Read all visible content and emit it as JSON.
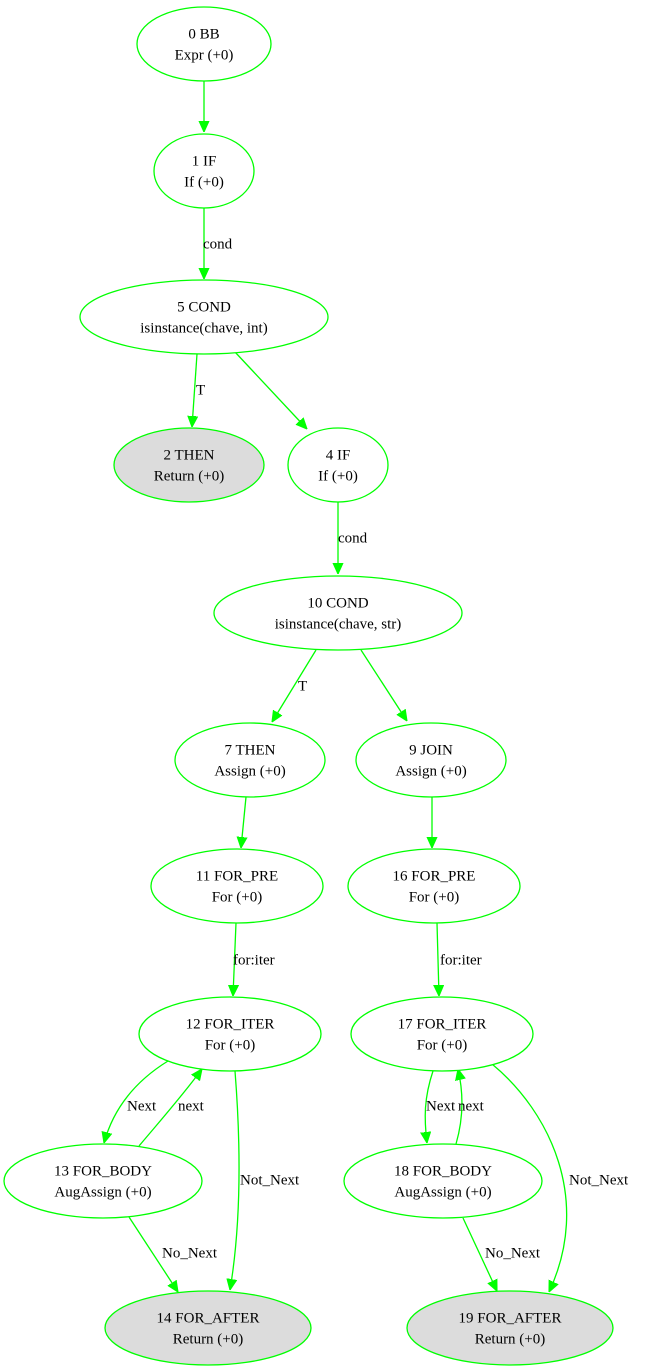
{
  "colors": {
    "edge": "#00ff00",
    "node_border": "#00ff00",
    "terminal_fill": "#dcdcdc",
    "node_fill": "#ffffff"
  },
  "nodes": [
    {
      "id": "n0",
      "line1": "0 BB",
      "line2": "Expr (+0)"
    },
    {
      "id": "n1",
      "line1": "1 IF",
      "line2": "If (+0)"
    },
    {
      "id": "n5",
      "line1": "5 COND",
      "line2": "isinstance(chave, int)"
    },
    {
      "id": "n2",
      "line1": "2 THEN",
      "line2": "Return (+0)",
      "terminal": true
    },
    {
      "id": "n4",
      "line1": "4 IF",
      "line2": "If (+0)"
    },
    {
      "id": "n10",
      "line1": "10 COND",
      "line2": "isinstance(chave, str)"
    },
    {
      "id": "n7",
      "line1": "7 THEN",
      "line2": "Assign (+0)"
    },
    {
      "id": "n9",
      "line1": "9 JOIN",
      "line2": "Assign (+0)"
    },
    {
      "id": "n11",
      "line1": "11 FOR_PRE",
      "line2": "For (+0)"
    },
    {
      "id": "n16",
      "line1": "16 FOR_PRE",
      "line2": "For (+0)"
    },
    {
      "id": "n12",
      "line1": "12 FOR_ITER",
      "line2": "For (+0)"
    },
    {
      "id": "n17",
      "line1": "17 FOR_ITER",
      "line2": "For (+0)"
    },
    {
      "id": "n13",
      "line1": "13 FOR_BODY",
      "line2": "AugAssign (+0)"
    },
    {
      "id": "n18",
      "line1": "18 FOR_BODY",
      "line2": "AugAssign (+0)"
    },
    {
      "id": "n14",
      "line1": "14 FOR_AFTER",
      "line2": "Return (+0)",
      "terminal": true
    },
    {
      "id": "n19",
      "line1": "19 FOR_AFTER",
      "line2": "Return (+0)",
      "terminal": true
    }
  ],
  "edges": [
    {
      "from": "n0",
      "to": "n1",
      "label": ""
    },
    {
      "from": "n1",
      "to": "n5",
      "label": "cond"
    },
    {
      "from": "n5",
      "to": "n2",
      "label": "T"
    },
    {
      "from": "n5",
      "to": "n4",
      "label": ""
    },
    {
      "from": "n4",
      "to": "n10",
      "label": "cond"
    },
    {
      "from": "n10",
      "to": "n7",
      "label": "T"
    },
    {
      "from": "n10",
      "to": "n9",
      "label": ""
    },
    {
      "from": "n7",
      "to": "n11",
      "label": ""
    },
    {
      "from": "n9",
      "to": "n16",
      "label": ""
    },
    {
      "from": "n11",
      "to": "n12",
      "label": "for:iter"
    },
    {
      "from": "n16",
      "to": "n17",
      "label": "for:iter"
    },
    {
      "from": "n12",
      "to": "n13",
      "label": "Next"
    },
    {
      "from": "n13",
      "to": "n12",
      "label": "next"
    },
    {
      "from": "n12",
      "to": "n14",
      "label": "Not_Next"
    },
    {
      "from": "n13",
      "to": "n14",
      "label": "No_Next"
    },
    {
      "from": "n17",
      "to": "n18",
      "label": "Next"
    },
    {
      "from": "n18",
      "to": "n17",
      "label": "next"
    },
    {
      "from": "n17",
      "to": "n19",
      "label": "Not_Next"
    },
    {
      "from": "n18",
      "to": "n19",
      "label": "No_Next"
    }
  ]
}
